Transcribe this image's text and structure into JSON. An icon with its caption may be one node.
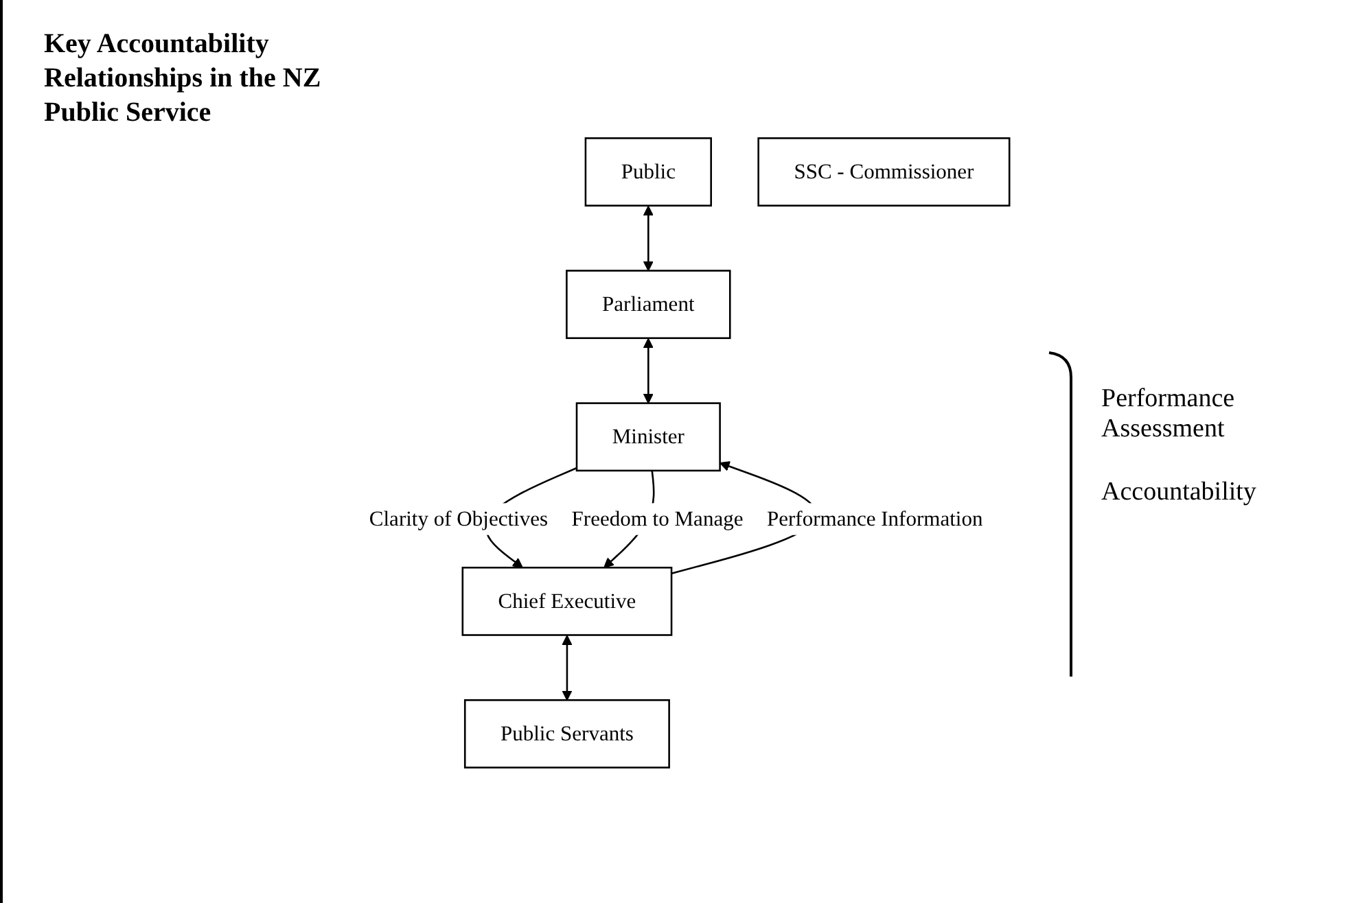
{
  "diagram": {
    "title": "Key Accountability Relationships in the NZ Public Service",
    "nodes": [
      {
        "text": [
          "Public"
        ]
      },
      {
        "text": [
          "Parliament"
        ]
      },
      {
        "text": [
          "SSC - Commissioner"
        ]
      },
      {
        "text": [
          "Minister"
        ]
      },
      {
        "text": [
          "Chief Executive"
        ]
      },
      {
        "text": [
          "Public Servants"
        ]
      }
    ],
    "edges": [
      {
        "from": 0,
        "to": 1,
        "arrow": "both"
      },
      {
        "from": 1,
        "to": 3,
        "arrow": "both"
      },
      {
        "from": 3,
        "to": 4,
        "label": "Clarity of Objectives",
        "arrow": "to"
      },
      {
        "from": 3,
        "to": 4,
        "label": "Freedom to Manage",
        "arrow": "to"
      },
      {
        "from": 4,
        "to": 3,
        "label": "Performance Information",
        "arrow": "to"
      },
      {
        "from": 4,
        "to": 5,
        "arrow": "both"
      }
    ],
    "labels": [
      "Performance Assessment",
      "Accountability"
    ]
  }
}
